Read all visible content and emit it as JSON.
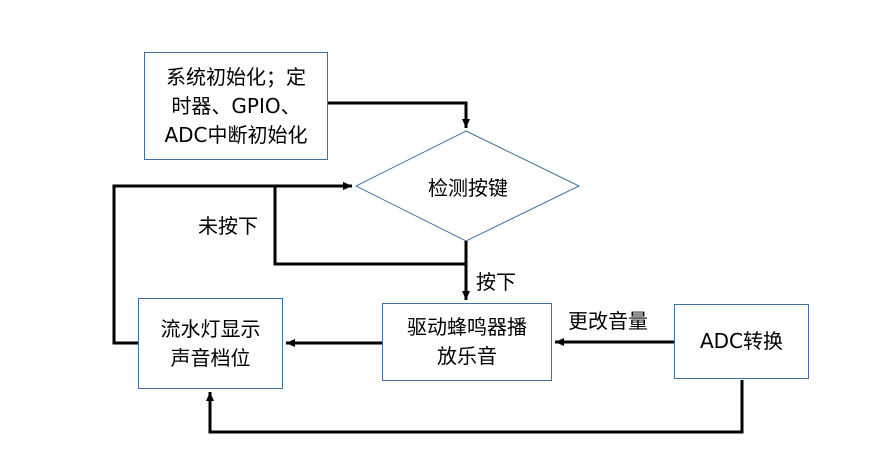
{
  "nodes": {
    "init": "系统初始化；定\n时器、GPIO、\nADC中断初始化",
    "check": "检测按键",
    "buzzer": "驱动蜂鸣器播\n放乐音",
    "leds": "流水灯显示\n声音档位",
    "adc": "ADC转换"
  },
  "labels": {
    "not_pressed": "未按下",
    "pressed": "按下",
    "change_volume": "更改音量"
  },
  "colors": {
    "box_border": "#41719C",
    "line": "#000000"
  }
}
